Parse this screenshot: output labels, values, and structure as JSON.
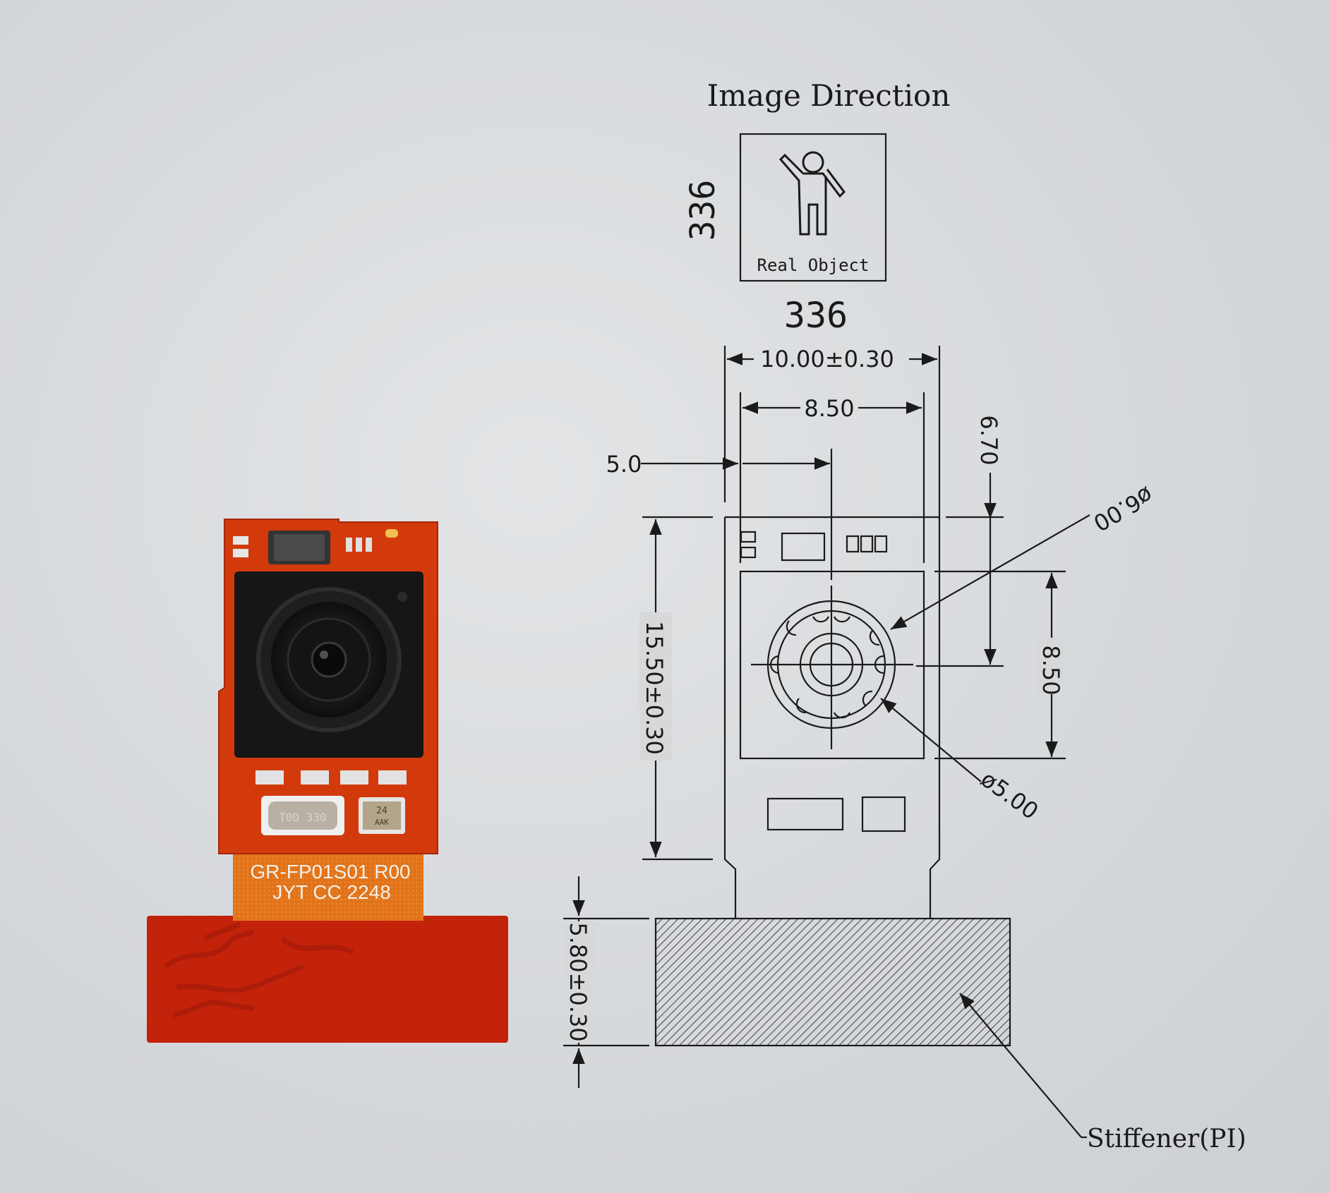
{
  "colors": {
    "background": "#d8dadc",
    "pcb": "#d23a0c",
    "fpc": "#e2731a",
    "stiffener": "#c4230a",
    "line": "#1a1a1a"
  },
  "photo": {
    "marking_line1": "GR-FP01S01 R00",
    "marking_line2": "JYT CC 2248",
    "crystal_label": "T0D 330",
    "component_label_1": "24",
    "component_label_2": "AAK"
  },
  "drawing": {
    "title": "Image Direction",
    "icon": "person-waving-icon",
    "icon_caption": "Real Object",
    "res_height": "336",
    "res_width": "336",
    "dim_total_width": "10.00±0.30",
    "dim_module_width": "8.50",
    "dim_lens_offset": "5.0",
    "dim_lens_center_vertical": "6.70",
    "dim_lens_outer_diameter": "ø6.00",
    "dim_module_height": "8.50",
    "dim_board_height": "15.50±0.30",
    "dim_lens_inner_diameter": "ø5.00",
    "dim_stiffener_height": "5.80±0.30",
    "stiffener_label": "Stiffener(PI)"
  }
}
